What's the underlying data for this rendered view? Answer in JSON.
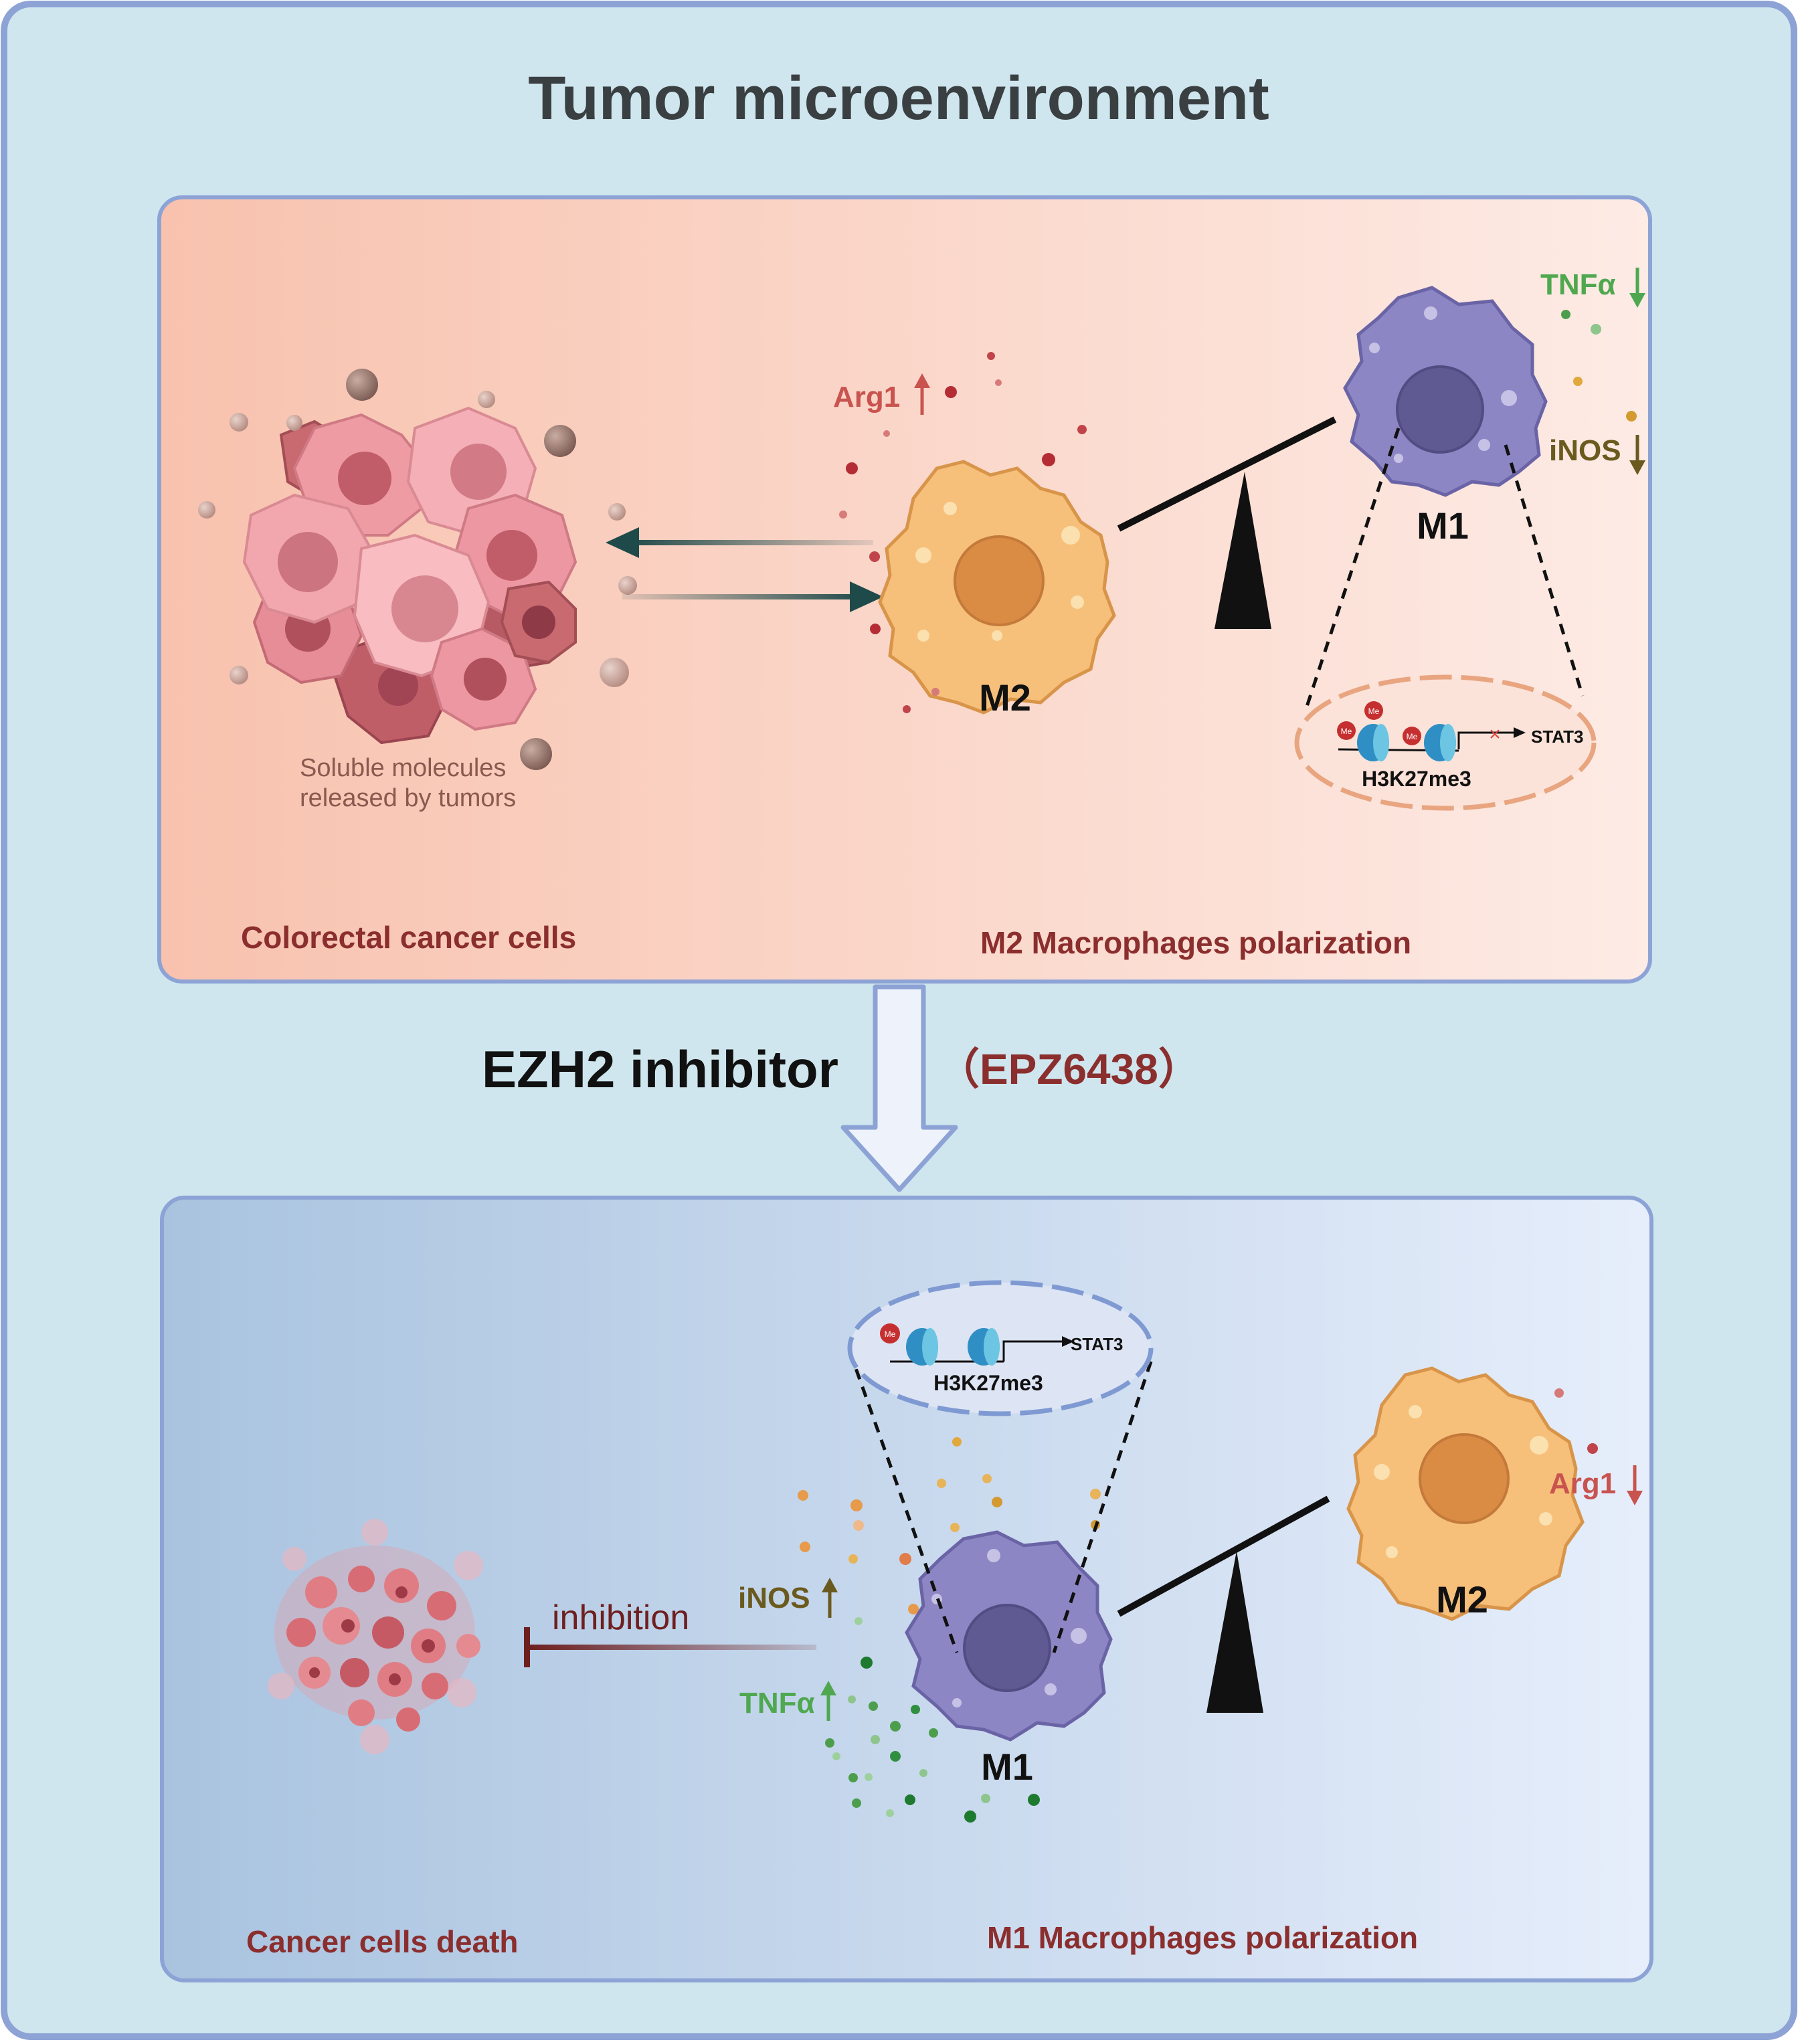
{
  "title": "Tumor microenvironment",
  "top_panel": {
    "soluble_text": [
      "Soluble molecules",
      "released by tumors"
    ],
    "left_label": "Colorectal cancer cells",
    "right_label": "M2 Macrophages polarization",
    "m2_label": "M2",
    "m1_label": "M1",
    "arg1": "Arg1",
    "tnfa": "TNFα",
    "inos": "iNOS",
    "h3k": "H3K27me3",
    "stat3": "STAT3",
    "me": "Me"
  },
  "middle": {
    "inhibitor": "EZH2 inhibitor",
    "drug": "（EPZ6438）"
  },
  "bottom_panel": {
    "left_label": "Cancer cells death",
    "right_label": "M1 Macrophages polarization",
    "inhibition": "inhibition",
    "inos": "iNOS",
    "tnfa": "TNFα",
    "m1_label": "M1",
    "m2_label": "M2",
    "arg1": "Arg1",
    "h3k": "H3K27me3",
    "stat3": "STAT3",
    "me": "Me"
  },
  "colors": {
    "outer_bg": "#cfe6ee",
    "outer_border": "#8da3d6",
    "top_panel_bg": "#f8c6b4",
    "bottom_panel_bg": "#b8cfe8",
    "m2_fill": "#f6c07a",
    "m1_fill": "#8c87c4",
    "arg1_red": "#c9534f",
    "tnfa_green": "#4fa84f",
    "inos_olive": "#6b5a1e",
    "label_dark_red": "#8b2e2e"
  }
}
